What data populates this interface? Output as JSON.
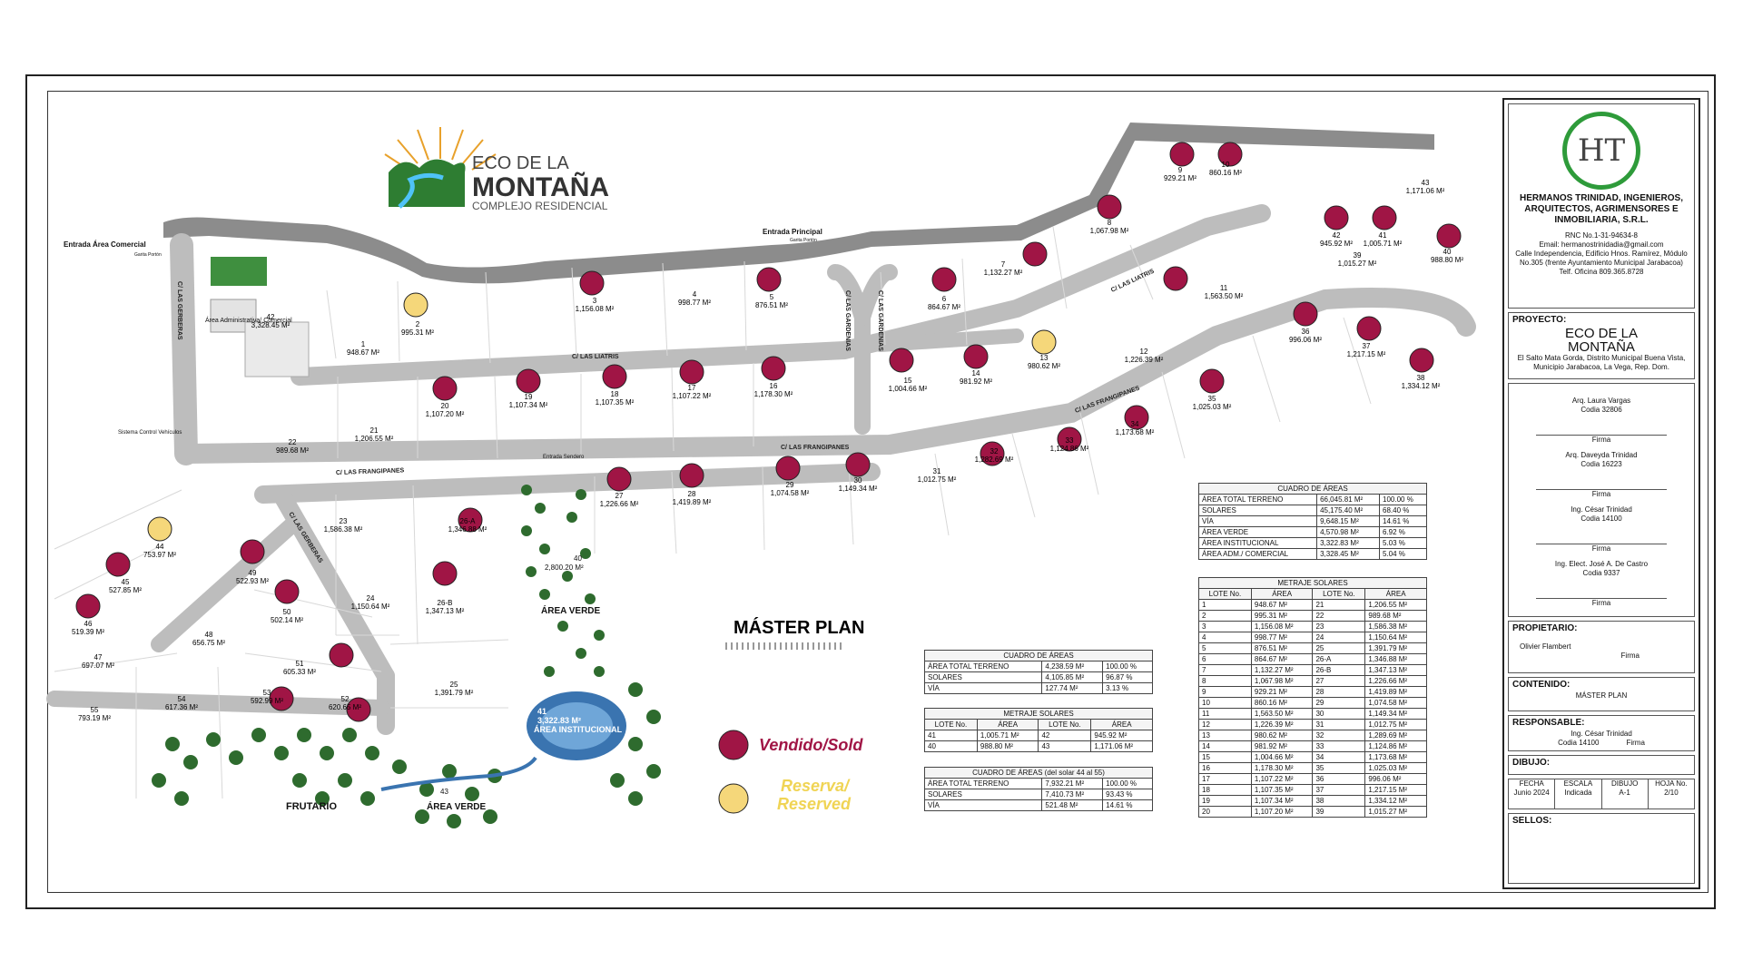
{
  "brand": {
    "line1": "ECO DE LA",
    "line2": "MONTAÑA",
    "line3": "COMPLEJO RESIDENCIAL"
  },
  "map": {
    "entrada_principal": "Entrada Principal",
    "entrada_principal_sub": "Garita Portón",
    "entrada_comercial": "Entrada Área Comercial",
    "entrada_comercial_sub": "Garita Portón",
    "area_administrativa": "Área Administrativa/ Comercial",
    "sistema_control": "Sistema Control Vehículos",
    "entrada_sendero": "Entrada Sendero",
    "frutario": "FRUTARIO",
    "area_verde_1": "ÁREA VERDE",
    "area_verde_2": "ÁREA VERDE",
    "area_institucional": "ÁREA INSTITUCIONAL",
    "lote41_center": "41",
    "lote41_area": "3,322.83 M²",
    "lote40_center": "40",
    "lote40_area": "2,800.20 M²",
    "lote43_center": "43",
    "streets": {
      "liatris_1": "C/ LAS LIATRIS",
      "liatris_2": "C/ LAS LIATRIS",
      "frangipanes_1": "C/ LAS FRANGIPANES",
      "frangipanes_2": "C/ LAS FRANGIPANES",
      "frangipanes_3": "C/ LAS FRANGIPANES",
      "gardenias_1": "C/ LAS GARDENIAS",
      "gardenias_2": "C/ LAS GARDENIAS",
      "gerberas_1": "C/ LAS GERBERAS",
      "gerberas_2": "C/ LAS GERBERAS"
    }
  },
  "lots": [
    {
      "id": "1",
      "area": "948.67 M²",
      "status": "available"
    },
    {
      "id": "2",
      "area": "995.31 M²",
      "status": "reserved"
    },
    {
      "id": "3",
      "area": "1,156.08 M²",
      "status": "sold"
    },
    {
      "id": "4",
      "area": "998.77 M²",
      "status": "available"
    },
    {
      "id": "5",
      "area": "876.51 M²",
      "status": "sold"
    },
    {
      "id": "6",
      "area": "864.67 M²",
      "status": "sold"
    },
    {
      "id": "7",
      "area": "1,132.27 M²",
      "status": "sold"
    },
    {
      "id": "8",
      "area": "1,067.98 M²",
      "status": "sold"
    },
    {
      "id": "9",
      "area": "929.21 M²",
      "status": "sold"
    },
    {
      "id": "10",
      "area": "860.16 M²",
      "status": "sold"
    },
    {
      "id": "11",
      "area": "1,563.50 M²",
      "status": "sold"
    },
    {
      "id": "12",
      "area": "1,226.39 M²",
      "status": "available"
    },
    {
      "id": "13",
      "area": "980.62 M²",
      "status": "reserved"
    },
    {
      "id": "14",
      "area": "981.92 M²",
      "status": "sold"
    },
    {
      "id": "15",
      "area": "1,004.66 M²",
      "status": "sold"
    },
    {
      "id": "16",
      "area": "1,178.30 M²",
      "status": "sold"
    },
    {
      "id": "17",
      "area": "1,107.22 M²",
      "status": "sold"
    },
    {
      "id": "18",
      "area": "1,107.35 M²",
      "status": "sold"
    },
    {
      "id": "19",
      "area": "1,107.34 M²",
      "status": "sold"
    },
    {
      "id": "20",
      "area": "1,107.20 M²",
      "status": "sold"
    },
    {
      "id": "21",
      "area": "1,206.55 M²",
      "status": "available"
    },
    {
      "id": "22",
      "area": "989.68 M²",
      "status": "available"
    },
    {
      "id": "23",
      "area": "1,586.38 M²",
      "status": "available"
    },
    {
      "id": "24",
      "area": "1,150.64 M²",
      "status": "available"
    },
    {
      "id": "25",
      "area": "1,391.79 M²",
      "status": "available"
    },
    {
      "id": "26-A",
      "area": "1,346.88 M²",
      "status": "sold"
    },
    {
      "id": "26-B",
      "area": "1,347.13 M²",
      "status": "sold"
    },
    {
      "id": "27",
      "area": "1,226.66 M²",
      "status": "sold"
    },
    {
      "id": "28",
      "area": "1,419.89 M²",
      "status": "sold"
    },
    {
      "id": "29",
      "area": "1,074.58 M²",
      "status": "sold"
    },
    {
      "id": "30",
      "area": "1,149.34 M²",
      "status": "sold"
    },
    {
      "id": "31",
      "area": "1,012.75 M²",
      "status": "available"
    },
    {
      "id": "32",
      "area": "1,282.69 M²",
      "status": "sold"
    },
    {
      "id": "33",
      "area": "1,124.86 M²",
      "status": "sold"
    },
    {
      "id": "34",
      "area": "1,173.68 M²",
      "status": "sold"
    },
    {
      "id": "35",
      "area": "1,025.03 M²",
      "status": "sold"
    },
    {
      "id": "36",
      "area": "996.06 M²",
      "status": "sold"
    },
    {
      "id": "37",
      "area": "1,217.15 M²",
      "status": "sold"
    },
    {
      "id": "38",
      "area": "1,334.12 M²",
      "status": "sold"
    },
    {
      "id": "39",
      "area": "1,015.27 M²",
      "status": "available"
    },
    {
      "id": "40",
      "area": "988.80 M²",
      "status": "sold"
    },
    {
      "id": "41",
      "area": "1,005.71 M²",
      "status": "sold"
    },
    {
      "id": "42",
      "area": "945.92 M²",
      "status": "sold"
    },
    {
      "id": "43",
      "area": "1,171.06 M²",
      "status": "available"
    },
    {
      "id": "42",
      "area": "3,328.45 M²",
      "status": "available"
    },
    {
      "id": "44",
      "area": "753.97 M²",
      "status": "reserved"
    },
    {
      "id": "45",
      "area": "527.85 M²",
      "status": "sold"
    },
    {
      "id": "46",
      "area": "519.39 M²",
      "status": "sold"
    },
    {
      "id": "47",
      "area": "697.07 M²",
      "status": "available"
    },
    {
      "id": "48",
      "area": "656.75 M²",
      "status": "available"
    },
    {
      "id": "49",
      "area": "522.93 M²",
      "status": "sold"
    },
    {
      "id": "50",
      "area": "502.14 M²",
      "status": "sold"
    },
    {
      "id": "51",
      "area": "605.33 M²",
      "status": "sold"
    },
    {
      "id": "52",
      "area": "620.65 M²",
      "status": "sold"
    },
    {
      "id": "53",
      "area": "592.99 M²",
      "status": "sold"
    },
    {
      "id": "54",
      "area": "617.36 M²",
      "status": "available"
    },
    {
      "id": "55",
      "area": "793.19 M²",
      "status": "available"
    }
  ],
  "legend": {
    "sold": "Vendido/Sold",
    "reserved_1": "Reserva/",
    "reserved_2": "Reserved",
    "sold_color": "#a01545",
    "reserved_color": "#f5d77a"
  },
  "master_plan_title": "MÁSTER PLAN",
  "cuadro_areas_1": {
    "title": "CUADRO DE ÁREAS",
    "rows": [
      [
        "ÁREA TOTAL TERRENO",
        "4,238.59 M²",
        "100.00 %"
      ],
      [
        "SOLARES",
        "4,105.85 M²",
        "96.87 %"
      ],
      [
        "VÍA",
        "127.74 M²",
        "3.13 %"
      ]
    ]
  },
  "metraje_1": {
    "title": "METRAJE SOLARES",
    "headers": [
      "LOTE No.",
      "ÁREA",
      "LOTE No.",
      "ÁREA"
    ],
    "rows": [
      [
        "41",
        "1,005.71 M²",
        "42",
        "945.92 M²"
      ],
      [
        "40",
        "988.80 M²",
        "43",
        "1,171.06 M²"
      ]
    ]
  },
  "cuadro_areas_2": {
    "title": "CUADRO DE ÁREAS (del solar 44 al 55)",
    "rows": [
      [
        "ÁREA TOTAL TERRENO",
        "7,932.21 M²",
        "100.00 %"
      ],
      [
        "SOLARES",
        "7,410.73 M²",
        "93.43 %"
      ],
      [
        "VÍA",
        "521.48 M²",
        "14.61 %"
      ]
    ]
  },
  "cuadro_areas_main": {
    "title": "CUADRO DE ÁREAS",
    "rows": [
      [
        "ÁREA TOTAL TERRENO",
        "66,045.81 M²",
        "100.00 %"
      ],
      [
        "SOLARES",
        "45,175.40 M²",
        "68.40 %"
      ],
      [
        "VÍA",
        "9,648.15 M²",
        "14.61 %"
      ],
      [
        "ÁREA VERDE",
        "4,570.98 M²",
        "6.92 %"
      ],
      [
        "ÁREA INSTITUCIONAL",
        "3,322.83 M²",
        "5.03 %"
      ],
      [
        "ÁREA ADM./ COMERCIAL",
        "3,328.45 M²",
        "5.04 %"
      ]
    ]
  },
  "metraje_main": {
    "title": "METRAJE SOLARES",
    "headers": [
      "LOTE No.",
      "ÁREA",
      "LOTE No.",
      "ÁREA"
    ],
    "rows": [
      [
        "1",
        "948.67 M²",
        "21",
        "1,206.55 M²"
      ],
      [
        "2",
        "995.31 M²",
        "22",
        "989.68 M²"
      ],
      [
        "3",
        "1,156.08 M²",
        "23",
        "1,586.38 M²"
      ],
      [
        "4",
        "998.77 M²",
        "24",
        "1,150.64 M²"
      ],
      [
        "5",
        "876.51 M²",
        "25",
        "1,391.79 M²"
      ],
      [
        "6",
        "864.67 M²",
        "26-A",
        "1,346.88 M²"
      ],
      [
        "7",
        "1,132.27 M²",
        "26-B",
        "1,347.13 M²"
      ],
      [
        "8",
        "1,067.98 M²",
        "27",
        "1,226.66 M²"
      ],
      [
        "9",
        "929.21 M²",
        "28",
        "1,419.89 M²"
      ],
      [
        "10",
        "860.16 M²",
        "29",
        "1,074.58 M²"
      ],
      [
        "11",
        "1,563.50 M²",
        "30",
        "1,149.34 M²"
      ],
      [
        "12",
        "1,226.39 M²",
        "31",
        "1,012.75 M²"
      ],
      [
        "13",
        "980.62 M²",
        "32",
        "1,289.69 M²"
      ],
      [
        "14",
        "981.92 M²",
        "33",
        "1,124.86 M²"
      ],
      [
        "15",
        "1,004.66 M²",
        "34",
        "1,173.68 M²"
      ],
      [
        "16",
        "1,178.30 M²",
        "35",
        "1,025.03 M²"
      ],
      [
        "17",
        "1,107.22 M²",
        "36",
        "996.06 M²"
      ],
      [
        "18",
        "1,107.35 M²",
        "37",
        "1,217.15 M²"
      ],
      [
        "19",
        "1,107.34 M²",
        "38",
        "1,334.12 M²"
      ],
      [
        "20",
        "1,107.20 M²",
        "39",
        "1,015.27 M²"
      ]
    ]
  },
  "panel": {
    "company": "HERMANOS TRINIDAD, INGENIEROS, ARQUITECTOS, AGRIMENSORES E INMOBILIARIA, S.R.L.",
    "logo_letters": "HT",
    "rnc": "RNC No.1-31-94634-8",
    "email": "Email: hermanostrinidadia@gmail.com",
    "address": "Calle Independencia, Edificio Hnos. Ramírez, Módulo No.305 (frente Ayuntamiento Municipal Jarabacoa)",
    "phone": "Telf. Oficina 809.365.8728",
    "proyecto_label": "PROYECTO:",
    "proyecto_name_1": "ECO DE LA",
    "proyecto_name_2": "MONTAÑA",
    "proyecto_loc": "El Salto Mata Gorda, Distrito Municipal Buena Vista, Municipio Jarabacoa, La Vega, Rep. Dom.",
    "signers": [
      {
        "name": "Arq. Laura Vargas",
        "code": "Codia 32806",
        "firma": "Firma"
      },
      {
        "name": "Arq. Daveyda Trinidad",
        "code": "Codia 16223",
        "firma": "Firma"
      },
      {
        "name": "Ing. César Trinidad",
        "code": "Codia 14100",
        "firma": "Firma"
      },
      {
        "name": "Ing. Elect. José A. De Castro",
        "code": "Codia 9337",
        "firma": "Firma"
      }
    ],
    "propietario_label": "PROPIETARIO:",
    "propietario_name": "Olivier Flambert",
    "propietario_firma": "Firma",
    "contenido_label": "CONTENIDO:",
    "contenido_value": "MÁSTER PLAN",
    "responsable_label": "RESPONSABLE:",
    "responsable_name": "Ing. César Trinidad",
    "responsable_code": "Codia 14100",
    "responsable_firma": "Firma",
    "dibujo_label": "DIBUJO:",
    "fecha_label": "FECHA",
    "fecha_value": "Junio 2024",
    "escala_label": "ESCALA",
    "escala_value": "Indicada",
    "dibujo2_label": "DIBUJO",
    "dibujo2_value": "A-1",
    "hoja_label": "HOJA No.",
    "hoja_value": "2/10",
    "sellos_label": "SELLOS:"
  }
}
